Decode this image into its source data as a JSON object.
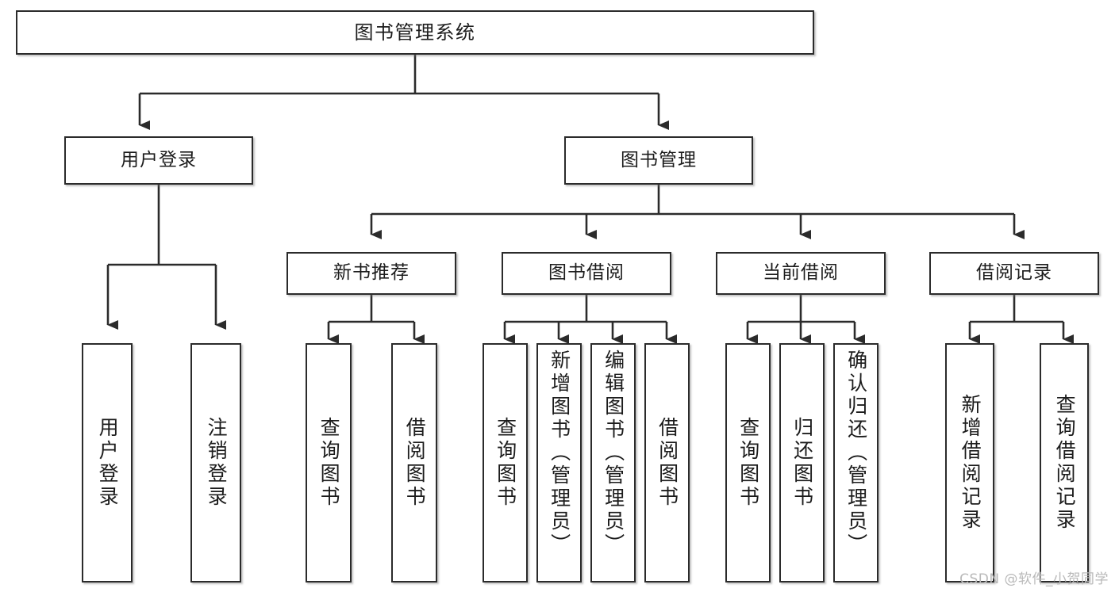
{
  "diagram": {
    "title": "图书管理系统",
    "type": "tree",
    "watermark": "CSDN @软件_小贺同学",
    "colors": {
      "border": "#2b2b2b",
      "background": "#ffffff",
      "edge": "#2b2b2b",
      "text": "#1c1c1c",
      "watermark": "#b9b9b9"
    },
    "nodes": {
      "root": {
        "label": "图书管理系统"
      },
      "level1": [
        {
          "label": "用户登录"
        },
        {
          "label": "图书管理"
        }
      ],
      "level2": [
        {
          "label": "新书推荐"
        },
        {
          "label": "图书借阅"
        },
        {
          "label": "当前借阅"
        },
        {
          "label": "借阅记录"
        }
      ],
      "leaves": {
        "user_login": [
          {
            "label": "用户登录"
          },
          {
            "label": "注销登录"
          }
        ],
        "new_book": [
          {
            "label": "查询图书"
          },
          {
            "label": "借阅图书"
          }
        ],
        "book_borrow": [
          {
            "label": "查询图书"
          },
          {
            "label": "新增图书（管理员）"
          },
          {
            "label": "编辑图书（管理员）"
          },
          {
            "label": "借阅图书"
          }
        ],
        "current_borrow": [
          {
            "label": "查询图书"
          },
          {
            "label": "归还图书"
          },
          {
            "label": "确认归还（管理员）"
          }
        ],
        "borrow_record": [
          {
            "label": "新增借阅记录"
          },
          {
            "label": "查询借阅记录"
          }
        ]
      }
    }
  }
}
